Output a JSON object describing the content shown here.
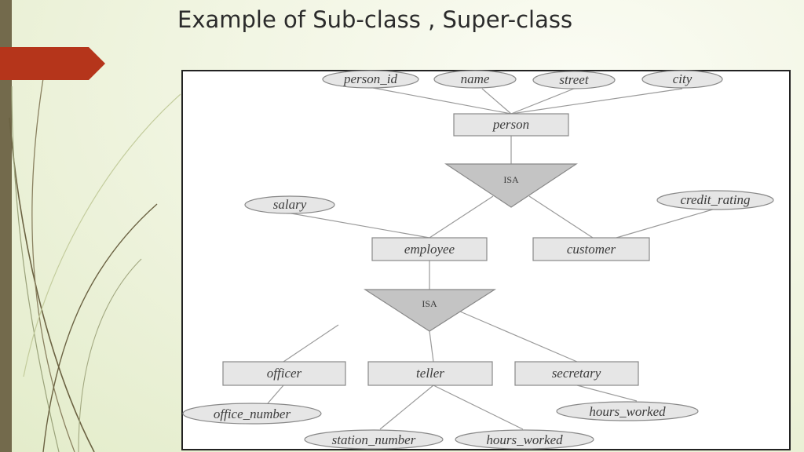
{
  "slide": {
    "title": "Example of Sub-class , Super-class",
    "accent_color": "#b5351b",
    "sidebar_color": "#736a4c"
  },
  "diagram": {
    "entities": {
      "person": "person",
      "employee": "employee",
      "customer": "customer",
      "officer": "officer",
      "teller": "teller",
      "secretary": "secretary"
    },
    "attributes": {
      "person_id": "person_id",
      "name": "name",
      "street": "street",
      "city": "city",
      "salary": "salary",
      "credit_rating": "credit_rating",
      "office_number": "office_number",
      "station_number": "station_number",
      "teller_hours_worked": "hours_worked",
      "secretary_hours_worked": "hours_worked"
    },
    "isa": {
      "top": "ISA",
      "bottom": "ISA"
    }
  }
}
